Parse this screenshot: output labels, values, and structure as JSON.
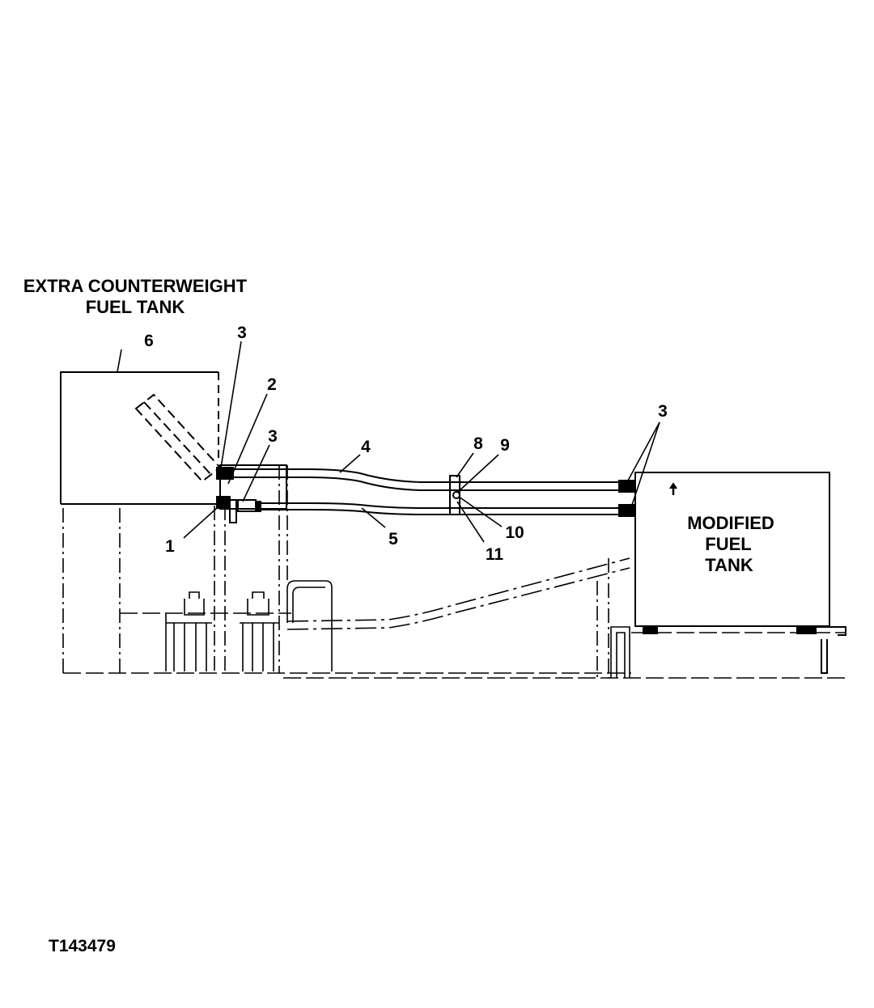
{
  "title_lines": [
    "EXTRA COUNTERWEIGHT",
    "FUEL TANK"
  ],
  "modified_tank_lines": [
    "MODIFIED",
    "FUEL",
    "TANK"
  ],
  "callouts": {
    "c1": "1",
    "c2": "2",
    "c3a": "3",
    "c3b": "3",
    "c3c": "3",
    "c4": "4",
    "c5": "5",
    "c6": "6",
    "c8": "8",
    "c9": "9",
    "c10": "10",
    "c11": "11"
  },
  "figure_id": "T143479",
  "colors": {
    "ink": "#000000",
    "paper": "#ffffff"
  }
}
